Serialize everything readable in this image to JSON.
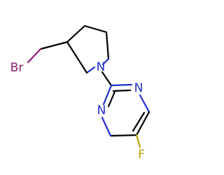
{
  "molecule": {
    "atoms": {
      "bromine": {
        "label": "Br",
        "color": "#8b1a6b"
      },
      "piperidine_nitrogen": {
        "label": "N",
        "color": "#1f2fd0"
      },
      "pyrimidine_nitrogen_upper": {
        "label": "N",
        "color": "#1f2fd0"
      },
      "pyrimidine_nitrogen_lower": {
        "label": "N",
        "color": "#1f2fd0"
      },
      "fluorine": {
        "label": "F",
        "color": "#c0a000"
      }
    },
    "bond_color": "#000000"
  }
}
